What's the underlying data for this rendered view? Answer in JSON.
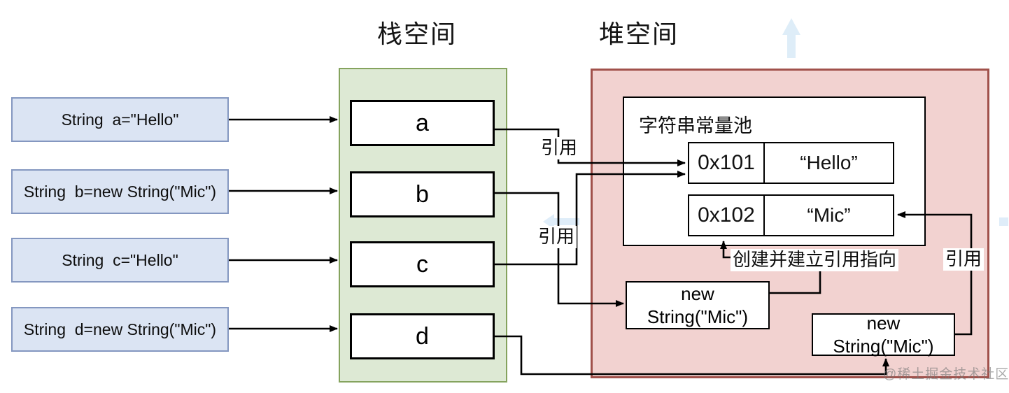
{
  "titles": {
    "stack": "栈空间",
    "heap": "堆空间"
  },
  "code_boxes": [
    {
      "label": "String  a=\"Hello\""
    },
    {
      "label": "String  b=new String(\"Mic\")"
    },
    {
      "label": "String  c=\"Hello\""
    },
    {
      "label": "String  d=new String(\"Mic\")"
    }
  ],
  "stack_vars": [
    "a",
    "b",
    "c",
    "d"
  ],
  "constant_pool": {
    "title": "字符串常量池",
    "entries": [
      {
        "address": "0x101",
        "value": "“Hello”"
      },
      {
        "address": "0x102",
        "value": "“Mic”"
      }
    ]
  },
  "heap_objects": [
    {
      "label": "new\nString(\"Mic\")"
    },
    {
      "label": "new\nString(\"Mic\")"
    }
  ],
  "annotations": {
    "ref_a": "引用",
    "ref_c": "引用",
    "ref_d": "引用",
    "create_ref": "创建并建立引用指向"
  },
  "watermark": "@稀土掘金技术社区",
  "colors": {
    "stack_fill": "#dde9d4",
    "stack_border": "#85a35e",
    "heap_fill": "#f2d2d0",
    "heap_border": "#a1514b",
    "code_fill": "#dbe4f3",
    "code_border": "#8497c0",
    "line": "#000000",
    "ghost_arrow": "#dcecf8"
  }
}
